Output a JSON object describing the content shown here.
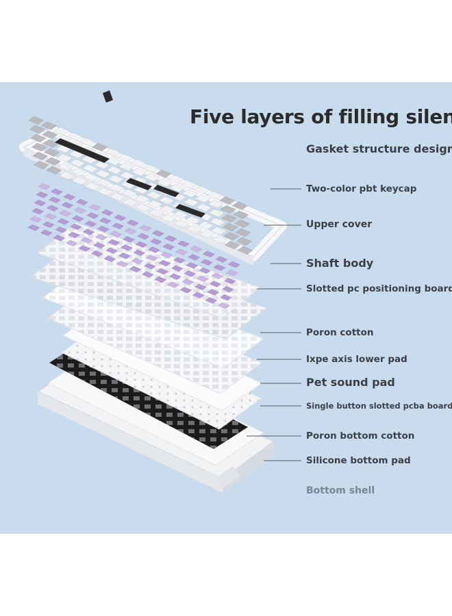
{
  "title": "Five layers of filling silencer",
  "subtitle": "Gasket structure design",
  "layers": [
    {
      "label": "Two-color pbt keycap"
    },
    {
      "label": "Upper cover"
    },
    {
      "label": "Shaft body"
    },
    {
      "label": "Slotted pc positioning board"
    },
    {
      "label": "Poron cotton"
    },
    {
      "label": "Ixpe axis lower pad"
    },
    {
      "label": "Pet sound pad"
    },
    {
      "label": "Single button slotted pcba board"
    },
    {
      "label": "Poron bottom cotton"
    },
    {
      "label": "Silicone bottom pad"
    },
    {
      "label": "Bottom shell"
    }
  ],
  "colors": {
    "background": "#c9dcee",
    "switch_purple": "#b59ad6",
    "keycap_gray": "#b9bbbf",
    "keycap_black": "#2a2a2c",
    "plate_white": "#f4f5f7",
    "pad_black": "#1c1c1e"
  }
}
